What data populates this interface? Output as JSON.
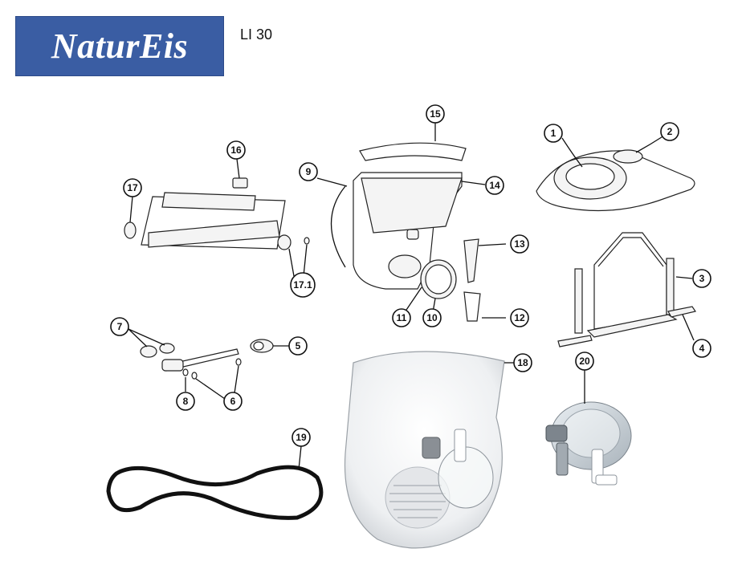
{
  "brand": {
    "logo_text": "NaturEis",
    "model": "LI 30"
  },
  "colors": {
    "logo_bg": "#3a5da3",
    "logo_text": "#ffffff",
    "line": "#111111"
  },
  "callouts": {
    "c1": "1",
    "c2": "2",
    "c3": "3",
    "c4": "4",
    "c5": "5",
    "c6": "6",
    "c7": "7",
    "c8": "8",
    "c9": "9",
    "c10": "10",
    "c11": "11",
    "c12": "12",
    "c13": "13",
    "c14": "14",
    "c15": "15",
    "c16": "16",
    "c17": "17",
    "c17_1": "17.1",
    "c18": "18",
    "c19": "19",
    "c20": "20"
  }
}
